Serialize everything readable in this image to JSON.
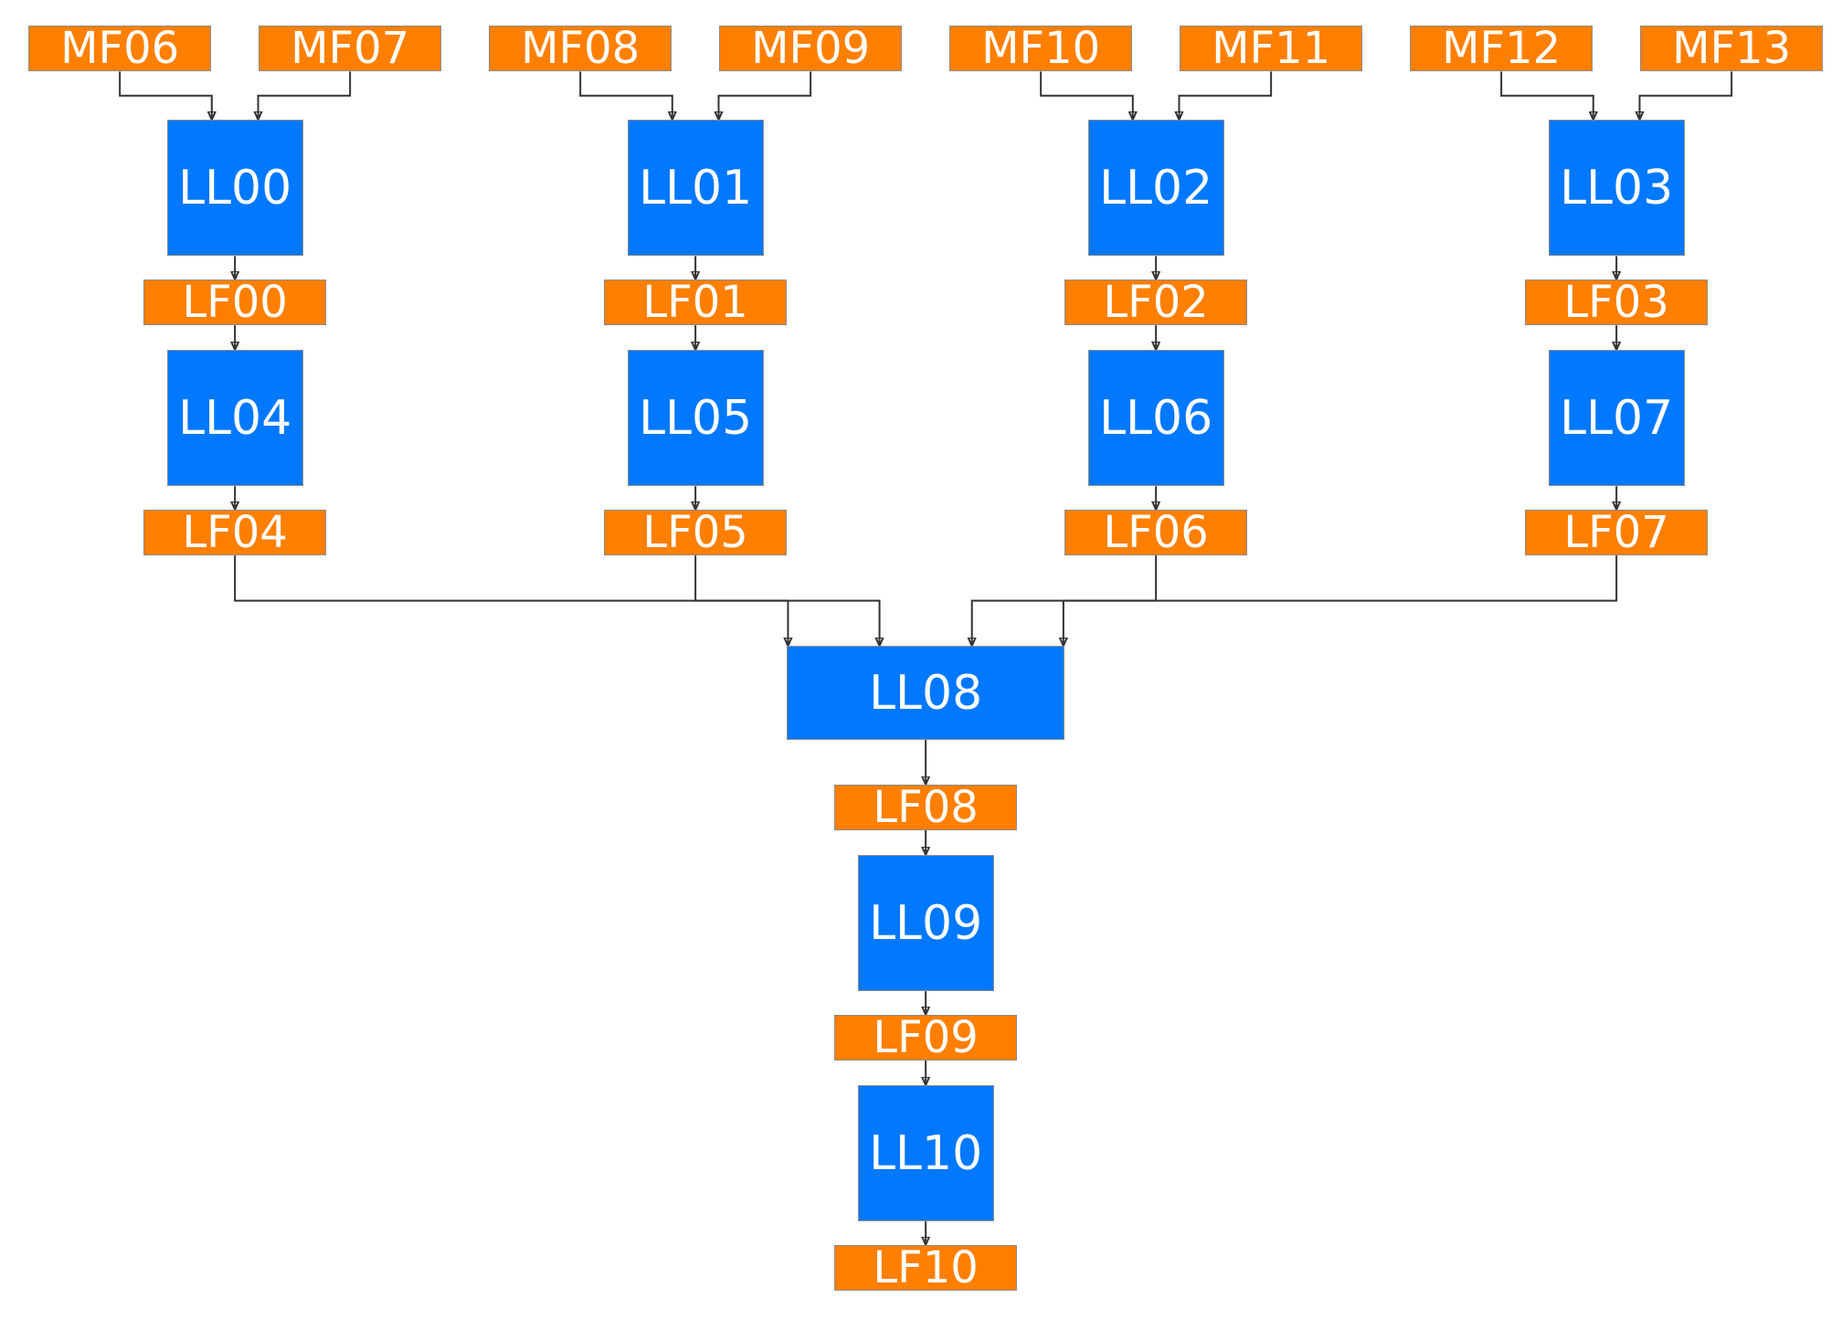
{
  "diagram": {
    "colors": {
      "file_fill": "#ff7f00",
      "layer_fill": "#0078ff",
      "text": "#ffffff",
      "connector": "#333333"
    },
    "files": [
      {
        "id": "mf06",
        "label": "MF06"
      },
      {
        "id": "mf07",
        "label": "MF07"
      },
      {
        "id": "mf08",
        "label": "MF08"
      },
      {
        "id": "mf09",
        "label": "MF09"
      },
      {
        "id": "mf10",
        "label": "MF10"
      },
      {
        "id": "mf11",
        "label": "MF11"
      },
      {
        "id": "mf12",
        "label": "MF12"
      },
      {
        "id": "mf13",
        "label": "MF13"
      },
      {
        "id": "lf00",
        "label": "LF00"
      },
      {
        "id": "lf01",
        "label": "LF01"
      },
      {
        "id": "lf02",
        "label": "LF02"
      },
      {
        "id": "lf03",
        "label": "LF03"
      },
      {
        "id": "lf04",
        "label": "LF04"
      },
      {
        "id": "lf05",
        "label": "LF05"
      },
      {
        "id": "lf06",
        "label": "LF06"
      },
      {
        "id": "lf07",
        "label": "LF07"
      },
      {
        "id": "lf08",
        "label": "LF08"
      },
      {
        "id": "lf09",
        "label": "LF09"
      },
      {
        "id": "lf10",
        "label": "LF10"
      }
    ],
    "layers": [
      {
        "id": "ll00",
        "label": "LL00"
      },
      {
        "id": "ll01",
        "label": "LL01"
      },
      {
        "id": "ll02",
        "label": "LL02"
      },
      {
        "id": "ll03",
        "label": "LL03"
      },
      {
        "id": "ll04",
        "label": "LL04"
      },
      {
        "id": "ll05",
        "label": "LL05"
      },
      {
        "id": "ll06",
        "label": "LL06"
      },
      {
        "id": "ll07",
        "label": "LL07"
      },
      {
        "id": "ll08",
        "label": "LL08"
      },
      {
        "id": "ll09",
        "label": "LL09"
      },
      {
        "id": "ll10",
        "label": "LL10"
      }
    ],
    "edges": [
      {
        "from": "mf06",
        "to": "ll00"
      },
      {
        "from": "mf07",
        "to": "ll00"
      },
      {
        "from": "mf08",
        "to": "ll01"
      },
      {
        "from": "mf09",
        "to": "ll01"
      },
      {
        "from": "mf10",
        "to": "ll02"
      },
      {
        "from": "mf11",
        "to": "ll02"
      },
      {
        "from": "mf12",
        "to": "ll03"
      },
      {
        "from": "mf13",
        "to": "ll03"
      },
      {
        "from": "ll00",
        "to": "lf00"
      },
      {
        "from": "ll01",
        "to": "lf01"
      },
      {
        "from": "ll02",
        "to": "lf02"
      },
      {
        "from": "ll03",
        "to": "lf03"
      },
      {
        "from": "lf00",
        "to": "ll04"
      },
      {
        "from": "lf01",
        "to": "ll05"
      },
      {
        "from": "lf02",
        "to": "ll06"
      },
      {
        "from": "lf03",
        "to": "ll07"
      },
      {
        "from": "ll04",
        "to": "lf04"
      },
      {
        "from": "ll05",
        "to": "lf05"
      },
      {
        "from": "ll06",
        "to": "lf06"
      },
      {
        "from": "ll07",
        "to": "lf07"
      },
      {
        "from": "lf04",
        "to": "ll08"
      },
      {
        "from": "lf05",
        "to": "ll08"
      },
      {
        "from": "lf06",
        "to": "ll08"
      },
      {
        "from": "lf07",
        "to": "ll08"
      },
      {
        "from": "ll08",
        "to": "lf08"
      },
      {
        "from": "lf08",
        "to": "ll09"
      },
      {
        "from": "ll09",
        "to": "lf09"
      },
      {
        "from": "lf09",
        "to": "ll10"
      },
      {
        "from": "ll10",
        "to": "lf10"
      }
    ]
  }
}
